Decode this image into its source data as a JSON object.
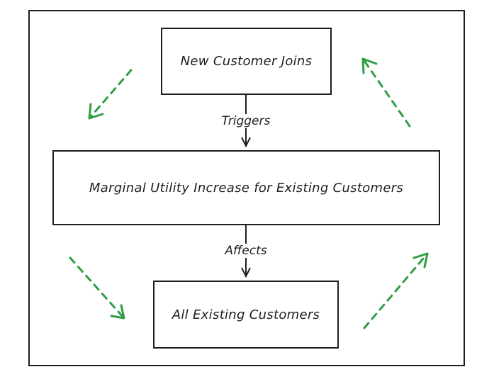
{
  "nodes": {
    "new_customer": "New Customer Joins",
    "marginal_utility": "Marginal Utility Increase for Existing Customers",
    "existing_customers": "All Existing Customers"
  },
  "edges": {
    "triggers": "Triggers",
    "affects": "Affects"
  },
  "colors": {
    "stroke": "#1e1e1e",
    "cycle_arrows": "#2f9e44"
  }
}
